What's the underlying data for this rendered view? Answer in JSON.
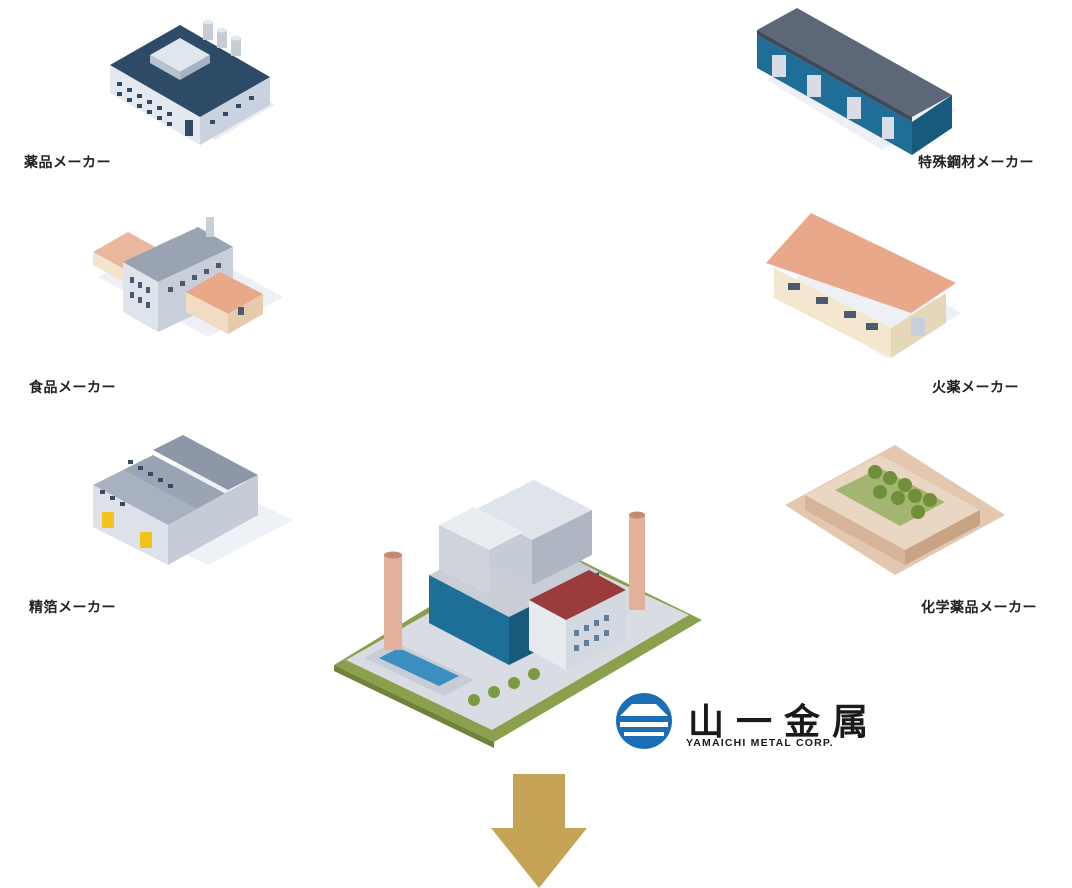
{
  "suppliers_left": [
    {
      "label": "薬品メーカー"
    },
    {
      "label": "食品メーカー"
    },
    {
      "label": "精箔メーカー"
    }
  ],
  "suppliers_right": [
    {
      "label": "特殊鋼材メーカー"
    },
    {
      "label": "火薬メーカー"
    },
    {
      "label": "化学薬品メーカー"
    }
  ],
  "company": {
    "name_jp": "山一金属",
    "name_en": "YAMAICHI METAL CORP."
  },
  "colors": {
    "arrow": "#c6a457",
    "logo_blue": "#1b6db5"
  }
}
